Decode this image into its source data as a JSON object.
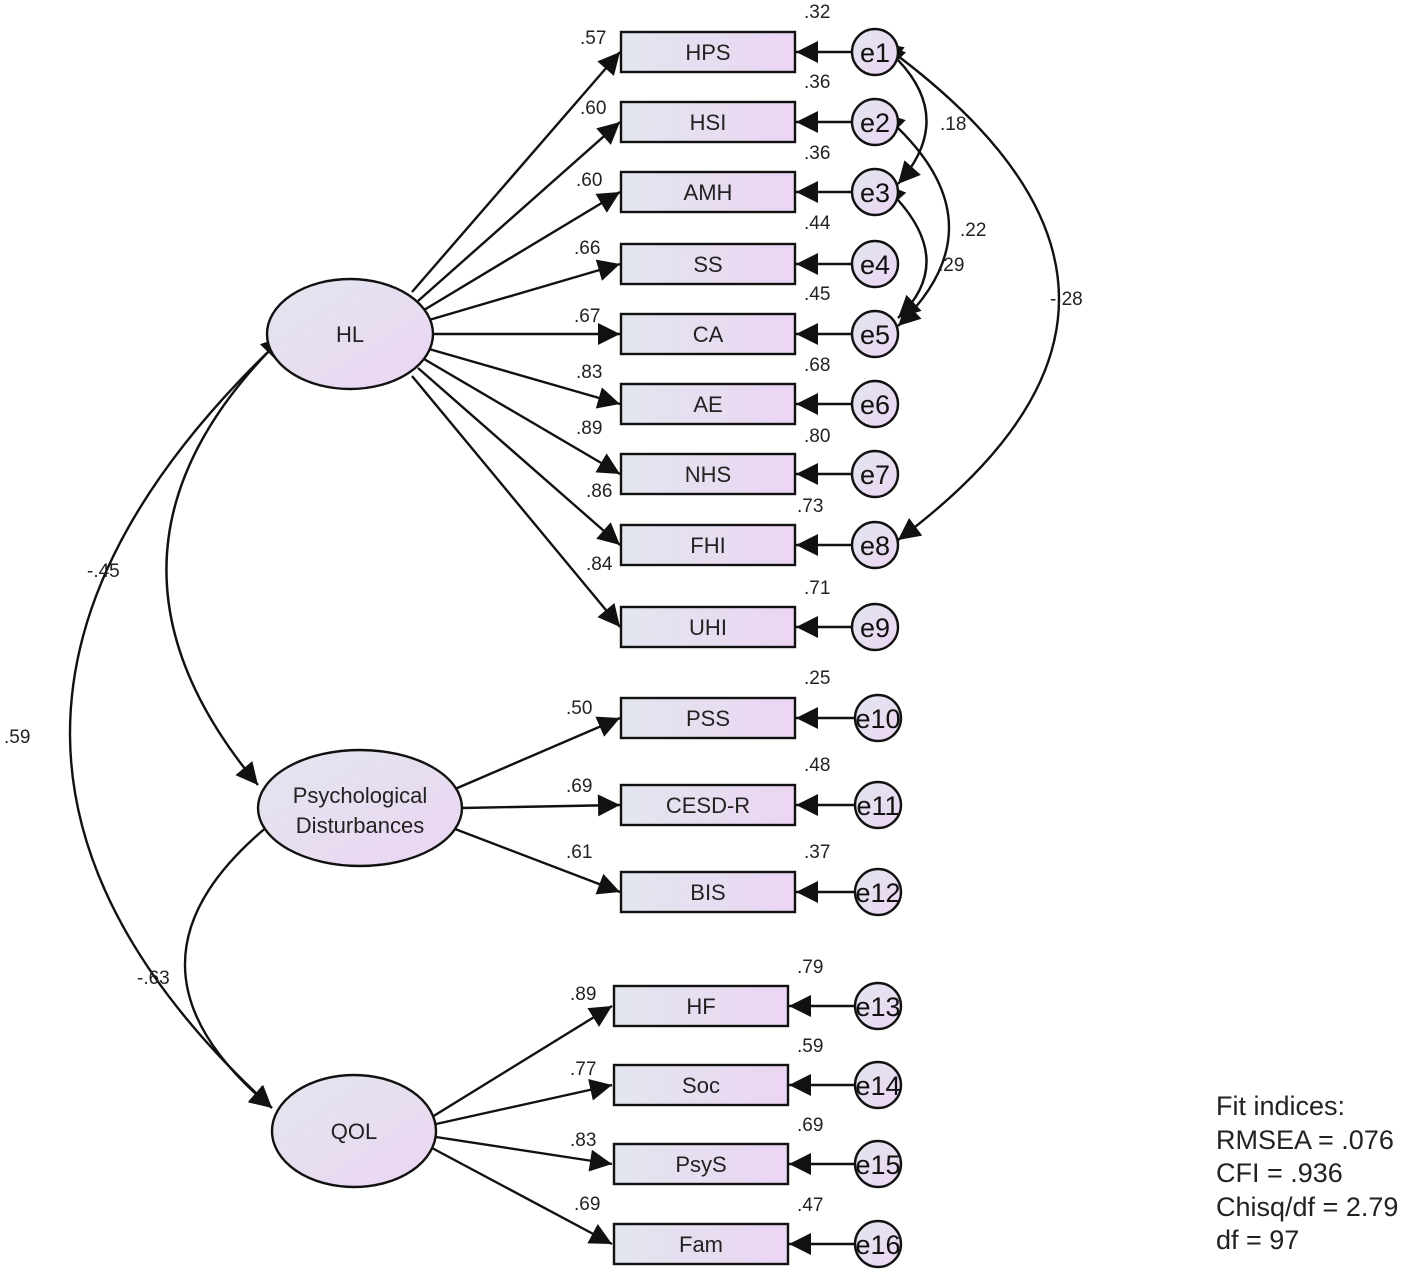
{
  "latents": {
    "hl": "HL",
    "pd_line1": "Psychological",
    "pd_line2": "Disturbances",
    "qol": "QOL"
  },
  "indicators": [
    {
      "name": "HPS",
      "loading": ".57",
      "r2": ".32",
      "error": "e1"
    },
    {
      "name": "HSI",
      "loading": ".60",
      "r2": ".36",
      "error": "e2"
    },
    {
      "name": "AMH",
      "loading": ".60",
      "r2": ".36",
      "error": "e3"
    },
    {
      "name": "SS",
      "loading": ".66",
      "r2": ".44",
      "error": "e4"
    },
    {
      "name": "CA",
      "loading": ".67",
      "r2": ".45",
      "error": "e5"
    },
    {
      "name": "AE",
      "loading": ".83",
      "r2": ".68",
      "error": "e6"
    },
    {
      "name": "NHS",
      "loading": ".89",
      "r2": ".80",
      "error": "e7"
    },
    {
      "name": "FHI",
      "loading": ".86",
      "r2": ".73",
      "error": "e8"
    },
    {
      "name": "UHI",
      "loading": ".84",
      "r2": ".71",
      "error": "e9"
    },
    {
      "name": "PSS",
      "loading": ".50",
      "r2": ".25",
      "error": "e10"
    },
    {
      "name": "CESD-R",
      "loading": ".69",
      "r2": ".48",
      "error": "e11"
    },
    {
      "name": "BIS",
      "loading": ".61",
      "r2": ".37",
      "error": "e12"
    },
    {
      "name": "HF",
      "loading": ".89",
      "r2": ".79",
      "error": "e13"
    },
    {
      "name": "Soc",
      "loading": ".77",
      "r2": ".59",
      "error": "e14"
    },
    {
      "name": "PsyS",
      "loading": ".83",
      "r2": ".69",
      "error": "e15"
    },
    {
      "name": "Fam",
      "loading": ".69",
      "r2": ".47",
      "error": "e16"
    }
  ],
  "latent_correlations": {
    "hl_pd": "-.45",
    "hl_qol": ".59",
    "pd_qol": "-.63"
  },
  "error_covariances": {
    "e1_e3": ".18",
    "e2_e5": ".22",
    "e3_e5": ".29",
    "e1_e8": "-.28"
  },
  "fit": {
    "title": "Fit indices:",
    "rmsea": "RMSEA = .076",
    "cfi": "CFI = .936",
    "chisq": "Chisq/df = 2.79",
    "df": "df = 97"
  },
  "colors": {
    "fill_start": "#e3e6ef",
    "fill_end": "#ecd6f2",
    "stroke": "#111111"
  }
}
